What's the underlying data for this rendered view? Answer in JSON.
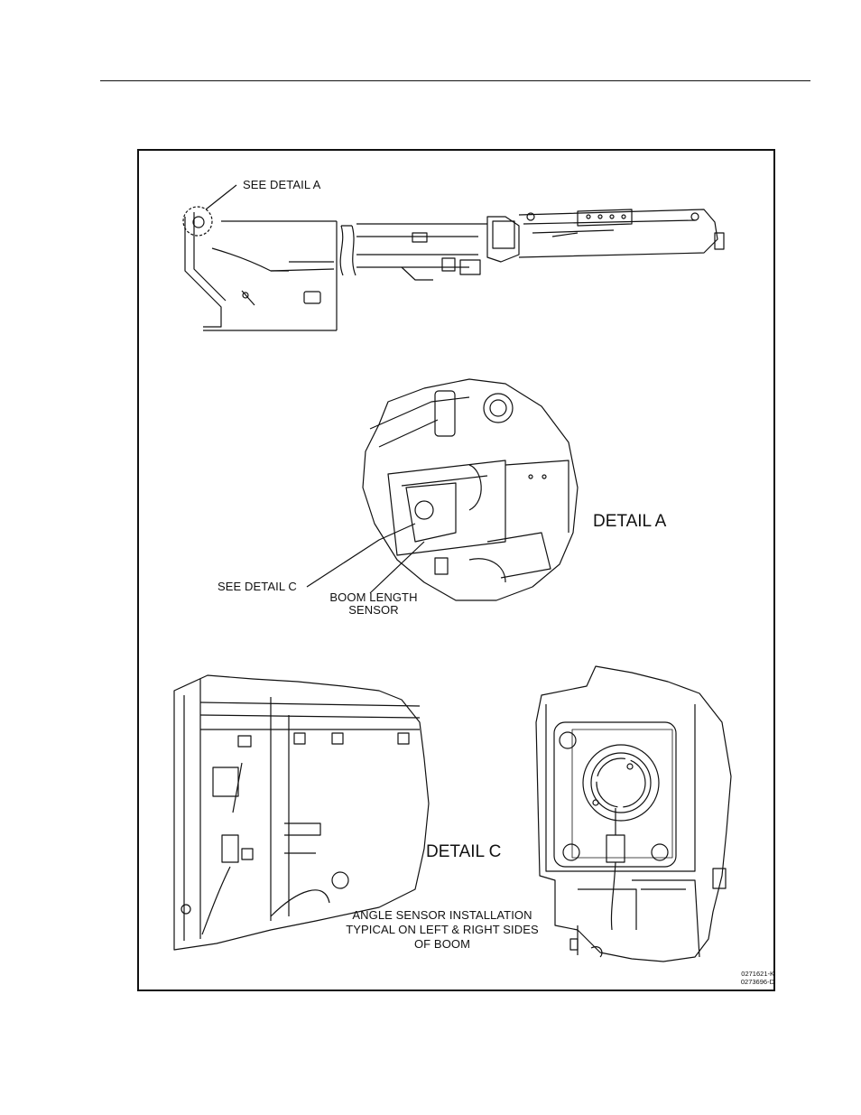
{
  "callouts": {
    "see_detail_a": "SEE DETAIL A",
    "see_detail_c": "SEE DETAIL C",
    "boom_length_sensor_1": "BOOM LENGTH",
    "boom_length_sensor_2": "SENSOR",
    "angle_sensor_1": "ANGLE SENSOR INSTALLATION",
    "angle_sensor_2": "TYPICAL ON LEFT & RIGHT SIDES",
    "angle_sensor_3": "OF BOOM"
  },
  "detail_titles": {
    "detail_a": "DETAIL A",
    "detail_c": "DETAIL C"
  },
  "part_numbers": [
    "0271621-K",
    "0273696-D"
  ]
}
